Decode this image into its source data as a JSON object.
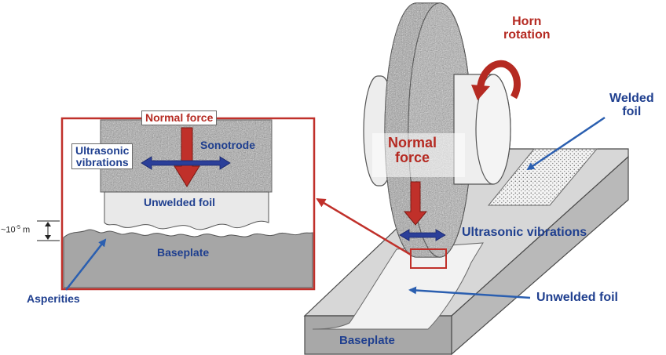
{
  "labels": {
    "horn_rotation": "Horn\nrotation",
    "welded_foil": "Welded\nfoil",
    "normal_force_main": "Normal\nforce",
    "ultrasonic_main": "Ultrasonic vibrations",
    "unwelded_foil_main": "Unwelded foil",
    "baseplate_main": "Baseplate",
    "normal_force_inset": "Normal force",
    "sonotrode": "Sonotrode",
    "ultrasonic_inset": "Ultrasonic\nvibrations",
    "unwelded_foil_inset": "Unwelded foil",
    "baseplate_inset": "Baseplate",
    "asperities": "Asperities",
    "scale_prefix": "~10",
    "scale_exponent": "-5",
    "scale_unit": " m"
  },
  "colors": {
    "red_arrow": "#b52a22",
    "blue_arrow": "#2b3f99",
    "label_blue": "#1f3f8f",
    "label_red": "#b52a22",
    "inset_border": "#c0302a",
    "plate_top": "#d7d7d7",
    "plate_side": "#bdbdbd",
    "plate_front": "#a9a9a9",
    "foil": "#eeeeee",
    "horn": "#9c9c9c"
  }
}
